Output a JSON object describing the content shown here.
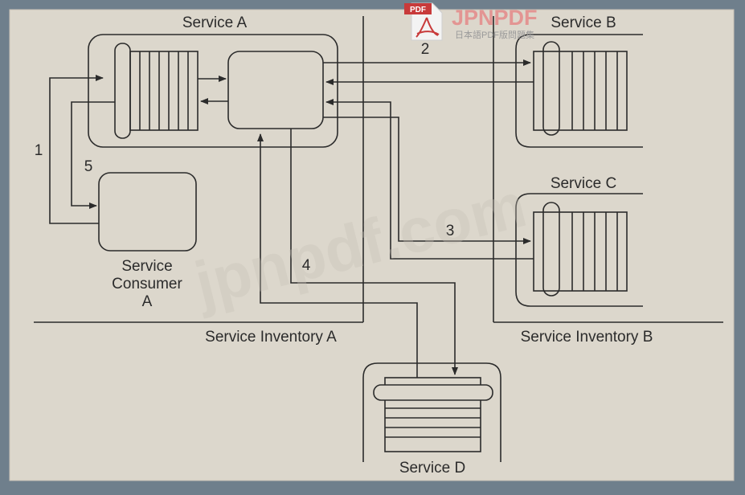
{
  "diagram": {
    "services": {
      "a": "Service A",
      "b": "Service B",
      "c": "Service C",
      "d": "Service D",
      "consumer": [
        "Service",
        "Consumer",
        "A"
      ]
    },
    "inventories": {
      "a": "Service Inventory A",
      "b": "Service Inventory B"
    },
    "step_labels": [
      "1",
      "2",
      "3",
      "4",
      "5"
    ]
  },
  "watermark": {
    "brand": "JPNPDF",
    "tagline": "日本語PDF版問題集",
    "pdf_badge": "PDF",
    "overlay": "jpnpdf.com"
  },
  "colors": {
    "frame": "#6f7f8c",
    "paper": "#dcd7cc",
    "ink": "#2b2b2b",
    "brand_red": "#e58a8a",
    "brand_green": "#9fd49f"
  }
}
